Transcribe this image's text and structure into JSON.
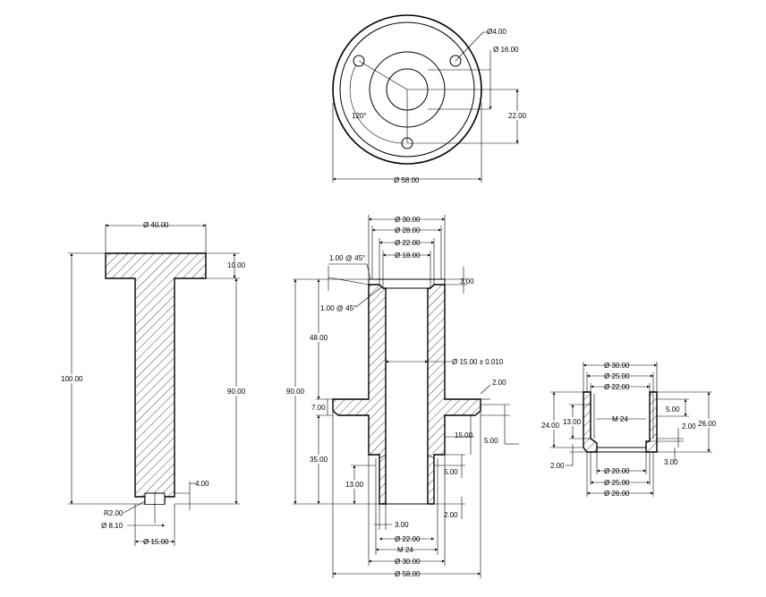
{
  "top_view": {
    "dia_hole": "Ø4.00",
    "dia_bore": "Ø 16.00",
    "angle": "120°",
    "offset": "22.00",
    "dia_outer": "Ø 58.00"
  },
  "left_view": {
    "dia_head": "Ø 40.00",
    "head_height": "10.00",
    "total_height": "100.00",
    "stem_height": "90.00",
    "slot_depth": "4.00",
    "fillet": "R2.00",
    "dia_slot": "Ø 8.10",
    "dia_stem": "Ø 15.00"
  },
  "center_view": {
    "dia_30_top": "Ø 30.00",
    "dia_28": "Ø 28.00",
    "dia_22_top": "Ø 22.00",
    "dia_18": "Ø 18.00",
    "chamfer_top": "1.00 @ 45°",
    "chamfer_inner": "1.00 @ 45°",
    "top_step": "3.00",
    "upper_len": "48.00",
    "total_len": "90.00",
    "bore_tol": "Ø 15.00 ± 0.010",
    "flange_top": "2.00",
    "flange_thk": "7.00",
    "flange_step": "5.00",
    "lower_len": "35.00",
    "thread_len_right": "15.00",
    "thread_len_left": "13.00",
    "thread_step": "5.00",
    "bottom_step": "2.00",
    "small_gap": "3.00",
    "dia_22_bottom": "Ø 22.00",
    "thread": "M 24",
    "dia_30_bottom": "Ø 30.00",
    "dia_58": "Ø 58.00"
  },
  "right_view": {
    "dia_30": "Ø 30.00",
    "dia_25_top": "Ø 25.00",
    "dia_22": "Ø 22.00",
    "thread_len": "13.00",
    "height_24": "24.00",
    "thread": "M 24",
    "step_5": "5.00",
    "step_2_right": "2.00",
    "height_26": "26.00",
    "step_3": "3.00",
    "step_2_left": "2.00",
    "dia_20": "Ø 20.00",
    "dia_25_bottom": "Ø 25.00",
    "dia_26": "Ø 26.00"
  }
}
